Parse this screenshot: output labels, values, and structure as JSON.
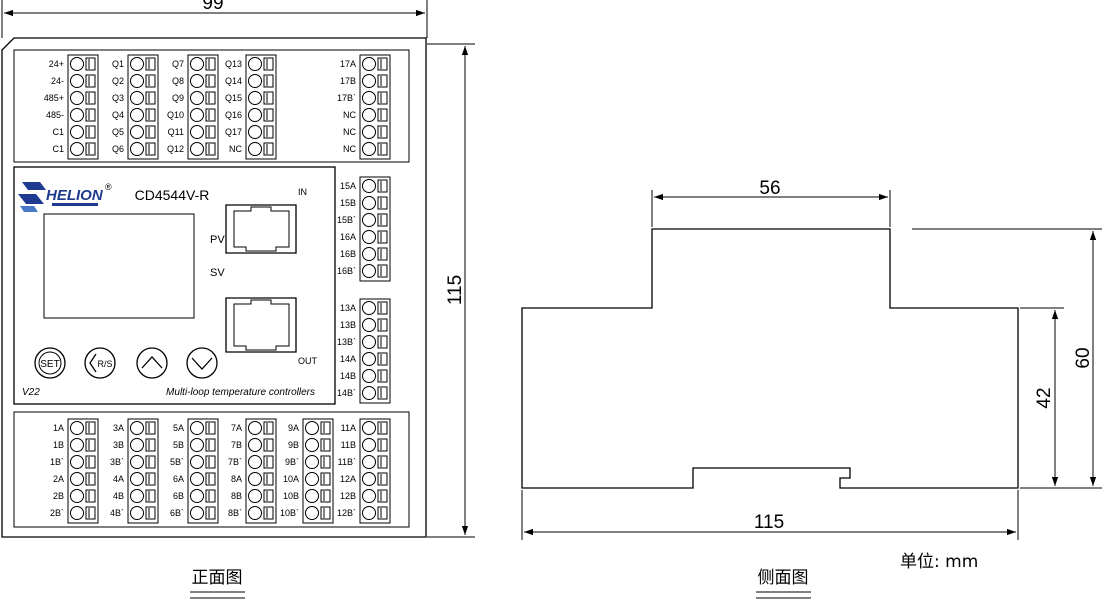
{
  "front": {
    "dim_width": "99",
    "dim_height": "115",
    "model": "CD4544V-R",
    "brand": "HELION",
    "registered": "®",
    "version": "V22",
    "subtitle": "Multi-loop temperature controllers",
    "pv_label": "PV",
    "sv_label": "SV",
    "in_label": "IN",
    "out_label": "OUT",
    "buttons": [
      "SET",
      "R/S",
      "up-arrow",
      "down-arrow"
    ],
    "top_terminals": [
      [
        "24+",
        "24-",
        "485+",
        "485-",
        "C1",
        "C1"
      ],
      [
        "Q1",
        "Q2",
        "Q3",
        "Q4",
        "Q5",
        "Q6"
      ],
      [
        "Q7",
        "Q8",
        "Q9",
        "Q10",
        "Q11",
        "Q12"
      ],
      [
        "Q13",
        "Q14",
        "Q15",
        "Q16",
        "Q17",
        "NC"
      ],
      [
        "17A",
        "17B",
        "17B`",
        "NC",
        "NC",
        "NC"
      ]
    ],
    "right_terminals": [
      [
        "15A",
        "15B",
        "15B`",
        "16A",
        "16B",
        "16B`"
      ],
      [
        "13A",
        "13B",
        "13B`",
        "14A",
        "14B",
        "14B`"
      ]
    ],
    "bottom_terminals": [
      [
        "1A",
        "1B",
        "1B`",
        "2A",
        "2B",
        "2B`"
      ],
      [
        "3A",
        "3B",
        "3B`",
        "4A",
        "4B",
        "4B`"
      ],
      [
        "5A",
        "5B",
        "5B`",
        "6A",
        "6B",
        "6B`"
      ],
      [
        "7A",
        "7B",
        "7B`",
        "8A",
        "8B",
        "8B`"
      ],
      [
        "9A",
        "9B",
        "9B`",
        "10A",
        "10B",
        "10B`"
      ],
      [
        "11A",
        "11B",
        "11B`",
        "12A",
        "12B",
        "12B`"
      ]
    ],
    "caption": "正面图"
  },
  "side": {
    "dim_top": "56",
    "dim_bottom": "115",
    "dim_right_inner": "42",
    "dim_right_outer": "60",
    "unit": "单位: mm",
    "caption": "侧面图"
  }
}
